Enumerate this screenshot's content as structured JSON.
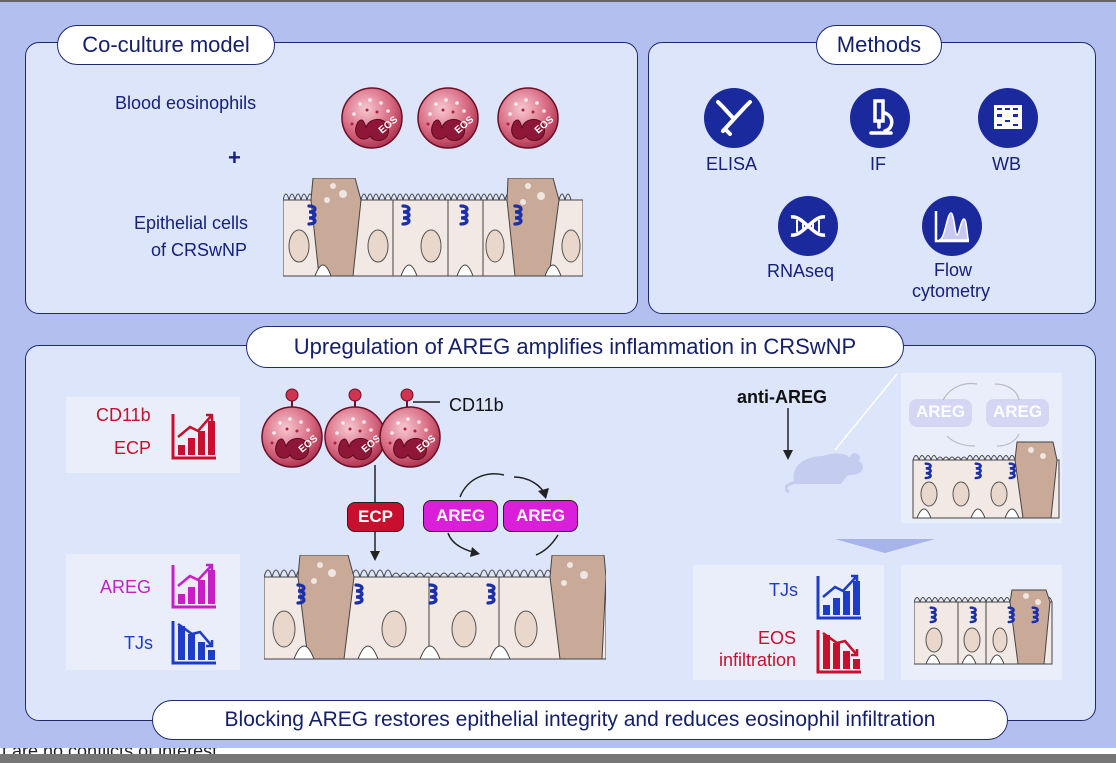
{
  "coculture": {
    "title": "Co-culture model",
    "blood_label": "Blood eosinophils",
    "plus": "+",
    "epi_label_1": "Epithelial cells",
    "epi_label_2": "of CRSwNP",
    "eos_badge": "EOS"
  },
  "methods": {
    "title": "Methods",
    "items": [
      {
        "label": "ELISA",
        "icon": "antibody-icon"
      },
      {
        "label": "IF",
        "icon": "microscope-icon"
      },
      {
        "label": "WB",
        "icon": "western-blot-icon"
      },
      {
        "label": "RNAseq",
        "icon": "dna-icon"
      },
      {
        "label": "Flow",
        "label2": "cytometry",
        "icon": "flow-histogram-icon"
      }
    ]
  },
  "main": {
    "title": "Upregulation of AREG amplifies inflammation in CRSwNP",
    "box1": {
      "line1": "CD11b",
      "line2": "ECP"
    },
    "cd11b_callout": "CD11b",
    "ecp_tag": "ECP",
    "areg_tag": "AREG",
    "box2": {
      "line1": "AREG",
      "line2": "TJs"
    },
    "anti_areg": "anti-AREG",
    "faded_areg": "AREG",
    "box3": {
      "line1": "TJs",
      "line2": "EOS",
      "line3": "infiltration"
    },
    "bottom_title": "Blocking AREG restores epithelial integrity and reduces eosinophil infiltration"
  },
  "footer": {
    "text": "t are no conflicts of interest."
  },
  "colors": {
    "navy": "#17207a",
    "red": "#c8102e",
    "magenta": "#c81ec8",
    "blue": "#1e3cc8",
    "panel": "#dde5fb",
    "background": "#b3bfee"
  }
}
